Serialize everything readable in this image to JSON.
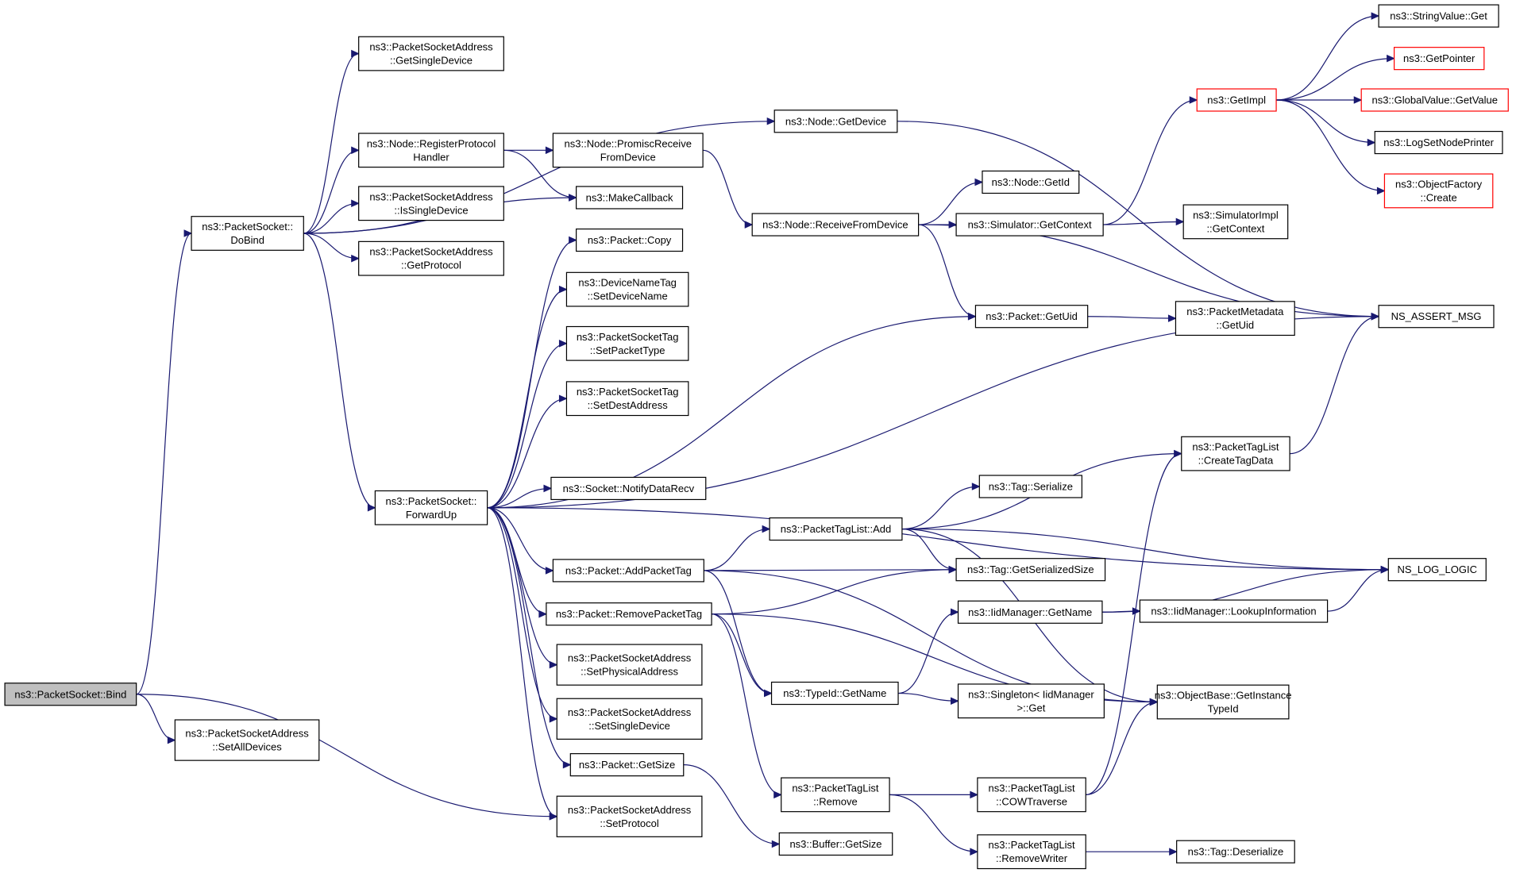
{
  "graph": {
    "colors": {
      "edge": "#191970",
      "node_border": "#000000",
      "root_fill": "#bfbfbf",
      "truncated_border": "#ff0000"
    },
    "nodes": [
      {
        "id": "bind",
        "lines": [
          "ns3::PacketSocket::Bind"
        ],
        "root": true
      },
      {
        "id": "setalldevices",
        "lines": [
          "ns3::PacketSocketAddress",
          "::SetAllDevices"
        ]
      },
      {
        "id": "dobind",
        "lines": [
          "ns3::PacketSocket::",
          "DoBind"
        ]
      },
      {
        "id": "getsingledevice",
        "lines": [
          "ns3::PacketSocketAddress",
          "::GetSingleDevice"
        ]
      },
      {
        "id": "registerprotocolhandler",
        "lines": [
          "ns3::Node::RegisterProtocol",
          "Handler"
        ]
      },
      {
        "id": "issingledevice",
        "lines": [
          "ns3::PacketSocketAddress",
          "::IsSingleDevice"
        ]
      },
      {
        "id": "getprotocol",
        "lines": [
          "ns3::PacketSocketAddress",
          "::GetProtocol"
        ]
      },
      {
        "id": "forwardup",
        "lines": [
          "ns3::PacketSocket::",
          "ForwardUp"
        ]
      },
      {
        "id": "promiscreceive",
        "lines": [
          "ns3::Node::PromiscReceive",
          "FromDevice"
        ]
      },
      {
        "id": "makecallback",
        "lines": [
          "ns3::MakeCallback"
        ]
      },
      {
        "id": "packetcopy",
        "lines": [
          "ns3::Packet::Copy"
        ]
      },
      {
        "id": "setdevicename",
        "lines": [
          "ns3::DeviceNameTag",
          "::SetDeviceName"
        ]
      },
      {
        "id": "setpackettype",
        "lines": [
          "ns3::PacketSocketTag",
          "::SetPacketType"
        ]
      },
      {
        "id": "setdestaddress",
        "lines": [
          "ns3::PacketSocketTag",
          "::SetDestAddress"
        ]
      },
      {
        "id": "notifydatarecv",
        "lines": [
          "ns3::Socket::NotifyDataRecv"
        ]
      },
      {
        "id": "addpackettag",
        "lines": [
          "ns3::Packet::AddPacketTag"
        ]
      },
      {
        "id": "removepackettag",
        "lines": [
          "ns3::Packet::RemovePacketTag"
        ]
      },
      {
        "id": "setphysicaladdress",
        "lines": [
          "ns3::PacketSocketAddress",
          "::SetPhysicalAddress"
        ]
      },
      {
        "id": "setsingledevice",
        "lines": [
          "ns3::PacketSocketAddress",
          "::SetSingleDevice"
        ]
      },
      {
        "id": "packetgetsize",
        "lines": [
          "ns3::Packet::GetSize"
        ]
      },
      {
        "id": "setprotocol",
        "lines": [
          "ns3::PacketSocketAddress",
          "::SetProtocol"
        ]
      },
      {
        "id": "nodegetdevice",
        "lines": [
          "ns3::Node::GetDevice"
        ]
      },
      {
        "id": "receivefromdevice",
        "lines": [
          "ns3::Node::ReceiveFromDevice"
        ]
      },
      {
        "id": "packetgetuid",
        "lines": [
          "ns3::Packet::GetUid"
        ]
      },
      {
        "id": "packettaglistadd",
        "lines": [
          "ns3::PacketTagList::Add"
        ]
      },
      {
        "id": "typeidgetname",
        "lines": [
          "ns3::TypeId::GetName"
        ]
      },
      {
        "id": "packettaglistremove",
        "lines": [
          "ns3::PacketTagList",
          "::Remove"
        ]
      },
      {
        "id": "buffergetsize",
        "lines": [
          "ns3::Buffer::GetSize"
        ]
      },
      {
        "id": "nodegetid",
        "lines": [
          "ns3::Node::GetId"
        ]
      },
      {
        "id": "simulatorgetcontext",
        "lines": [
          "ns3::Simulator::GetContext"
        ]
      },
      {
        "id": "tagserialize",
        "lines": [
          "ns3::Tag::Serialize"
        ]
      },
      {
        "id": "taggetserializedsize",
        "lines": [
          "ns3::Tag::GetSerializedSize"
        ]
      },
      {
        "id": "iidmanagergetname",
        "lines": [
          "ns3::IidManager::GetName"
        ]
      },
      {
        "id": "singletonget",
        "lines": [
          "ns3::Singleton< IidManager",
          ">::Get"
        ]
      },
      {
        "id": "cowtraverse",
        "lines": [
          "ns3::PacketTagList",
          "::COWTraverse"
        ]
      },
      {
        "id": "removewriter",
        "lines": [
          "ns3::PacketTagList",
          "::RemoveWriter"
        ]
      },
      {
        "id": "getimpl",
        "lines": [
          "ns3::GetImpl"
        ],
        "truncated": true
      },
      {
        "id": "simulatorimplgetcontext",
        "lines": [
          "ns3::SimulatorImpl",
          "::GetContext"
        ]
      },
      {
        "id": "packetmetadatagetuid",
        "lines": [
          "ns3::PacketMetadata",
          "::GetUid"
        ]
      },
      {
        "id": "createtagdata",
        "lines": [
          "ns3::PacketTagList",
          "::CreateTagData"
        ]
      },
      {
        "id": "lookupinformation",
        "lines": [
          "ns3::IidManager::LookupInformation"
        ]
      },
      {
        "id": "getinstancetypeid",
        "lines": [
          "ns3::ObjectBase::GetInstance",
          "TypeId"
        ]
      },
      {
        "id": "tagdeserialize",
        "lines": [
          "ns3::Tag::Deserialize"
        ]
      },
      {
        "id": "stringvalueget",
        "lines": [
          "ns3::StringValue::Get"
        ]
      },
      {
        "id": "getpointer",
        "lines": [
          "ns3::GetPointer"
        ],
        "truncated": true
      },
      {
        "id": "globalvaluegetvalue",
        "lines": [
          "ns3::GlobalValue::GetValue"
        ],
        "truncated": true
      },
      {
        "id": "logsetnodeprinter",
        "lines": [
          "ns3::LogSetNodePrinter"
        ]
      },
      {
        "id": "objectfactorycreate",
        "lines": [
          "ns3::ObjectFactory",
          "::Create"
        ],
        "truncated": true
      },
      {
        "id": "nsassertmsg",
        "lines": [
          "NS_ASSERT_MSG"
        ]
      },
      {
        "id": "nsloglogic",
        "lines": [
          "NS_LOG_LOGIC"
        ]
      }
    ],
    "edges": [
      [
        "bind",
        "dobind"
      ],
      [
        "bind",
        "setalldevices"
      ],
      [
        "bind",
        "setprotocol"
      ],
      [
        "dobind",
        "getsingledevice"
      ],
      [
        "dobind",
        "nodegetdevice"
      ],
      [
        "dobind",
        "registerprotocolhandler"
      ],
      [
        "dobind",
        "issingledevice"
      ],
      [
        "dobind",
        "getprotocol"
      ],
      [
        "dobind",
        "makecallback"
      ],
      [
        "dobind",
        "forwardup"
      ],
      [
        "registerprotocolhandler",
        "promiscreceive"
      ],
      [
        "registerprotocolhandler",
        "makecallback"
      ],
      [
        "promiscreceive",
        "receivefromdevice"
      ],
      [
        "nodegetdevice",
        "nsassertmsg"
      ],
      [
        "receivefromdevice",
        "nodegetid"
      ],
      [
        "receivefromdevice",
        "simulatorgetcontext"
      ],
      [
        "receivefromdevice",
        "packetgetuid"
      ],
      [
        "receivefromdevice",
        "nsassertmsg"
      ],
      [
        "simulatorgetcontext",
        "getimpl"
      ],
      [
        "simulatorgetcontext",
        "simulatorimplgetcontext"
      ],
      [
        "getimpl",
        "stringvalueget"
      ],
      [
        "getimpl",
        "getpointer"
      ],
      [
        "getimpl",
        "globalvaluegetvalue"
      ],
      [
        "getimpl",
        "logsetnodeprinter"
      ],
      [
        "getimpl",
        "objectfactorycreate"
      ],
      [
        "packetgetuid",
        "packetmetadatagetuid"
      ],
      [
        "forwardup",
        "packetcopy"
      ],
      [
        "forwardup",
        "setdevicename"
      ],
      [
        "forwardup",
        "setpackettype"
      ],
      [
        "forwardup",
        "setdestaddress"
      ],
      [
        "forwardup",
        "packetgetuid"
      ],
      [
        "forwardup",
        "nsassertmsg"
      ],
      [
        "forwardup",
        "notifydatarecv"
      ],
      [
        "forwardup",
        "nsloglogic"
      ],
      [
        "forwardup",
        "addpackettag"
      ],
      [
        "forwardup",
        "removepackettag"
      ],
      [
        "forwardup",
        "setphysicaladdress"
      ],
      [
        "forwardup",
        "setsingledevice"
      ],
      [
        "forwardup",
        "packetgetsize"
      ],
      [
        "forwardup",
        "setprotocol"
      ],
      [
        "addpackettag",
        "packettaglistadd"
      ],
      [
        "addpackettag",
        "taggetserializedsize"
      ],
      [
        "addpackettag",
        "typeidgetname"
      ],
      [
        "addpackettag",
        "getinstancetypeid"
      ],
      [
        "packettaglistadd",
        "createtagdata"
      ],
      [
        "packettaglistadd",
        "tagserialize"
      ],
      [
        "packettaglistadd",
        "taggetserializedsize"
      ],
      [
        "packettaglistadd",
        "getinstancetypeid"
      ],
      [
        "packettaglistadd",
        "nsloglogic"
      ],
      [
        "removepackettag",
        "taggetserializedsize"
      ],
      [
        "removepackettag",
        "typeidgetname"
      ],
      [
        "removepackettag",
        "getinstancetypeid"
      ],
      [
        "removepackettag",
        "packettaglistremove"
      ],
      [
        "typeidgetname",
        "iidmanagergetname"
      ],
      [
        "typeidgetname",
        "singletonget"
      ],
      [
        "iidmanagergetname",
        "lookupinformation"
      ],
      [
        "iidmanagergetname",
        "nsloglogic"
      ],
      [
        "lookupinformation",
        "nsloglogic"
      ],
      [
        "createtagdata",
        "nsassertmsg"
      ],
      [
        "packettaglistremove",
        "cowtraverse"
      ],
      [
        "packettaglistremove",
        "removewriter"
      ],
      [
        "cowtraverse",
        "createtagdata"
      ],
      [
        "cowtraverse",
        "getinstancetypeid"
      ],
      [
        "removewriter",
        "tagdeserialize"
      ],
      [
        "packetgetsize",
        "buffergetsize"
      ]
    ]
  }
}
